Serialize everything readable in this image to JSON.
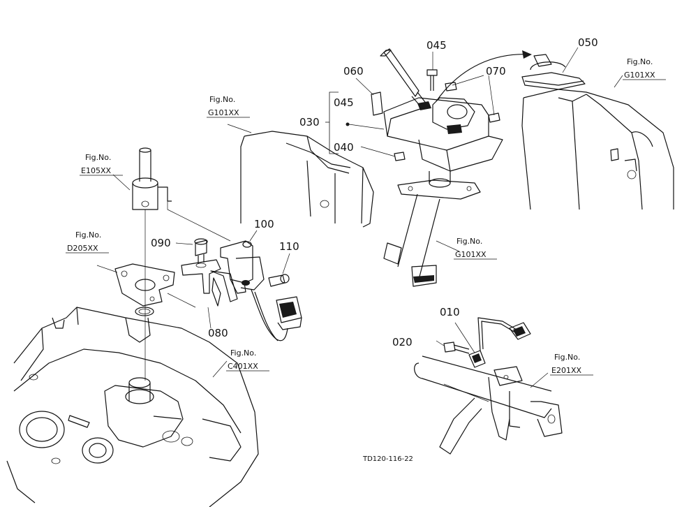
{
  "colors": {
    "ink": "#111111",
    "paper": "#ffffff"
  },
  "figure_refs": [
    {
      "id": "e105",
      "label": "Fig.No.",
      "code": "E105XX"
    },
    {
      "id": "d205",
      "label": "Fig.No.",
      "code": "D205XX"
    },
    {
      "id": "g101a",
      "label": "Fig.No.",
      "code": "G101XX"
    },
    {
      "id": "g101b",
      "label": "Fig.No.",
      "code": "G101XX"
    },
    {
      "id": "g101c",
      "label": "Fig.No.",
      "code": "G101XX"
    },
    {
      "id": "c401",
      "label": "Fig.No.",
      "code": "C401XX"
    },
    {
      "id": "e201",
      "label": "Fig.No.",
      "code": "E201XX"
    }
  ],
  "callouts": [
    {
      "id": "p010",
      "text": "010"
    },
    {
      "id": "p020",
      "text": "020"
    },
    {
      "id": "p030",
      "text": "030"
    },
    {
      "id": "p040",
      "text": "040"
    },
    {
      "id": "p045a",
      "text": "045"
    },
    {
      "id": "p045b",
      "text": "045"
    },
    {
      "id": "p050",
      "text": "050"
    },
    {
      "id": "p060",
      "text": "060"
    },
    {
      "id": "p070",
      "text": "070"
    },
    {
      "id": "p080",
      "text": "080"
    },
    {
      "id": "p090",
      "text": "090"
    },
    {
      "id": "p100",
      "text": "100"
    },
    {
      "id": "p110",
      "text": "110"
    }
  ],
  "drawing_code": "TD120-116-22"
}
